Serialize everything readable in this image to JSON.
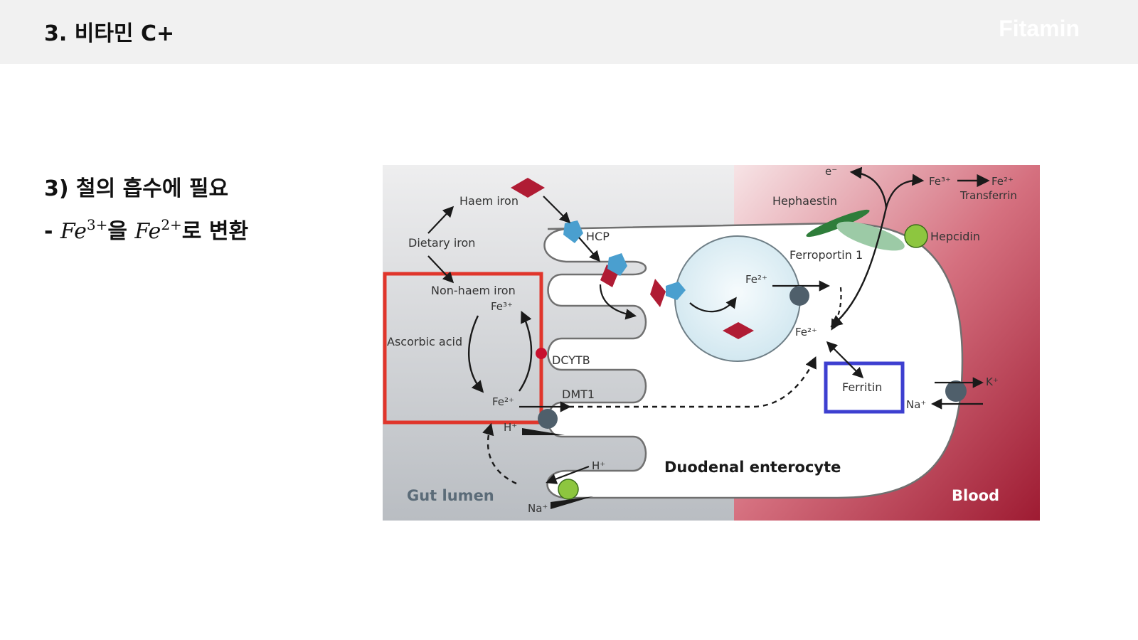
{
  "header": {
    "title": "3. 비타민 C+",
    "brand": "Fitamin"
  },
  "content": {
    "heading": "3) 철의 흡수에 필요",
    "convert": {
      "prefix": "- ",
      "from_base": "Fe",
      "from_sup": "3+",
      "particle": "을 ",
      "to_base": "Fe",
      "to_sup": "2+",
      "suffix": "로 변환"
    }
  },
  "figure": {
    "labels": {
      "haem_iron": "Haem iron",
      "dietary_iron": "Dietary iron",
      "non_haem_iron": "Non-haem iron",
      "ascorbic_acid": "Ascorbic acid",
      "hcp": "HCP",
      "dcytb": "DCYTB",
      "dmt1": "DMT1",
      "hephaestin": "Hephaestin",
      "ferroportin": "Ferroportin 1",
      "hepcidin": "Hepcidin",
      "transferrin": "Transferrin",
      "ferritin": "Ferritin",
      "duodenal": "Duodenal enterocyte",
      "gut_lumen": "Gut lumen",
      "blood": "Blood",
      "electron": "e⁻",
      "fe3": "Fe³⁺",
      "fe2": "Fe²⁺",
      "h_plus": "H⁺",
      "na_plus": "Na⁺",
      "k_plus": "K⁺"
    },
    "colors": {
      "highlight_red": "#e0352b",
      "highlight_blue": "#3d3fd0",
      "haem_red": "#b01c34",
      "hcp_blue": "#4a9fcf",
      "hepcidin_green": "#8dc63f",
      "hephaestin_green": "#2e7d3a",
      "blood_red": "#9e1b32",
      "transporter_gray": "#4f5f6b"
    }
  }
}
